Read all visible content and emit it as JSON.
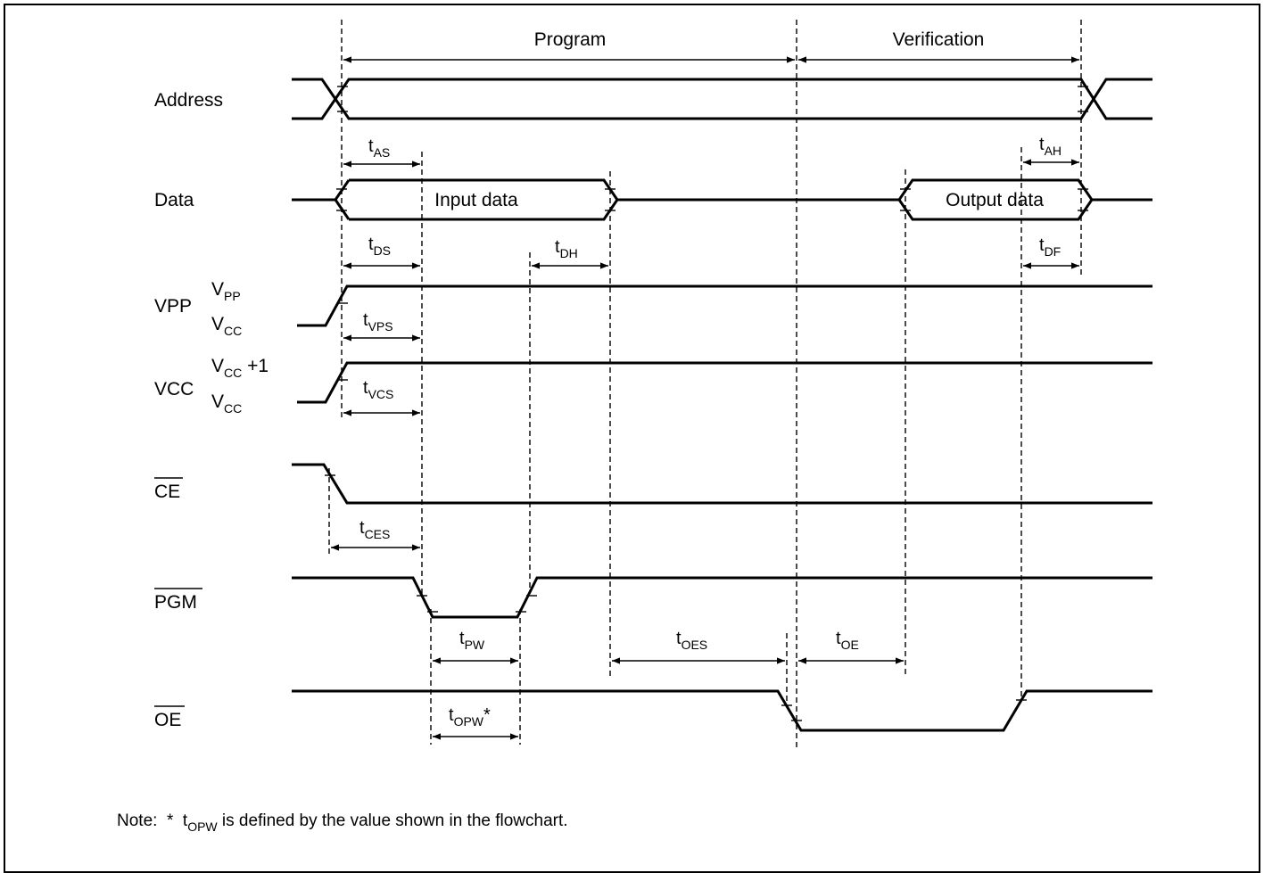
{
  "phases": {
    "program": "Program",
    "verification": "Verification"
  },
  "signals": {
    "address": "Address",
    "data": "Data",
    "vpp": "VPP",
    "vpp_high": {
      "main": "V",
      "sub": "PP"
    },
    "vpp_low": {
      "main": "V",
      "sub": "CC"
    },
    "vcc": "VCC",
    "vcc_high": {
      "main": "V",
      "sub": "CC",
      "suffix": " +1"
    },
    "vcc_low": {
      "main": "V",
      "sub": "CC"
    },
    "ce": "CE",
    "pgm": "PGM",
    "oe": "OE"
  },
  "bus_labels": {
    "input_data": "Input data",
    "output_data": "Output data"
  },
  "timings": {
    "t_as": {
      "main": "t",
      "sub": "AS"
    },
    "t_ah": {
      "main": "t",
      "sub": "AH"
    },
    "t_ds": {
      "main": "t",
      "sub": "DS"
    },
    "t_dh": {
      "main": "t",
      "sub": "DH"
    },
    "t_df": {
      "main": "t",
      "sub": "DF"
    },
    "t_vps": {
      "main": "t",
      "sub": "VPS"
    },
    "t_vcs": {
      "main": "t",
      "sub": "VCS"
    },
    "t_ces": {
      "main": "t",
      "sub": "CES"
    },
    "t_pw": {
      "main": "t",
      "sub": "PW"
    },
    "t_oes": {
      "main": "t",
      "sub": "OES"
    },
    "t_oe": {
      "main": "t",
      "sub": "OE"
    },
    "t_opw": {
      "main": "t",
      "sub": "OPW",
      "suffix": "*"
    }
  },
  "note": {
    "prefix": "Note:  *  ",
    "t_main": "t",
    "t_sub": "OPW",
    "text": " is defined by the value shown in the flowchart."
  }
}
